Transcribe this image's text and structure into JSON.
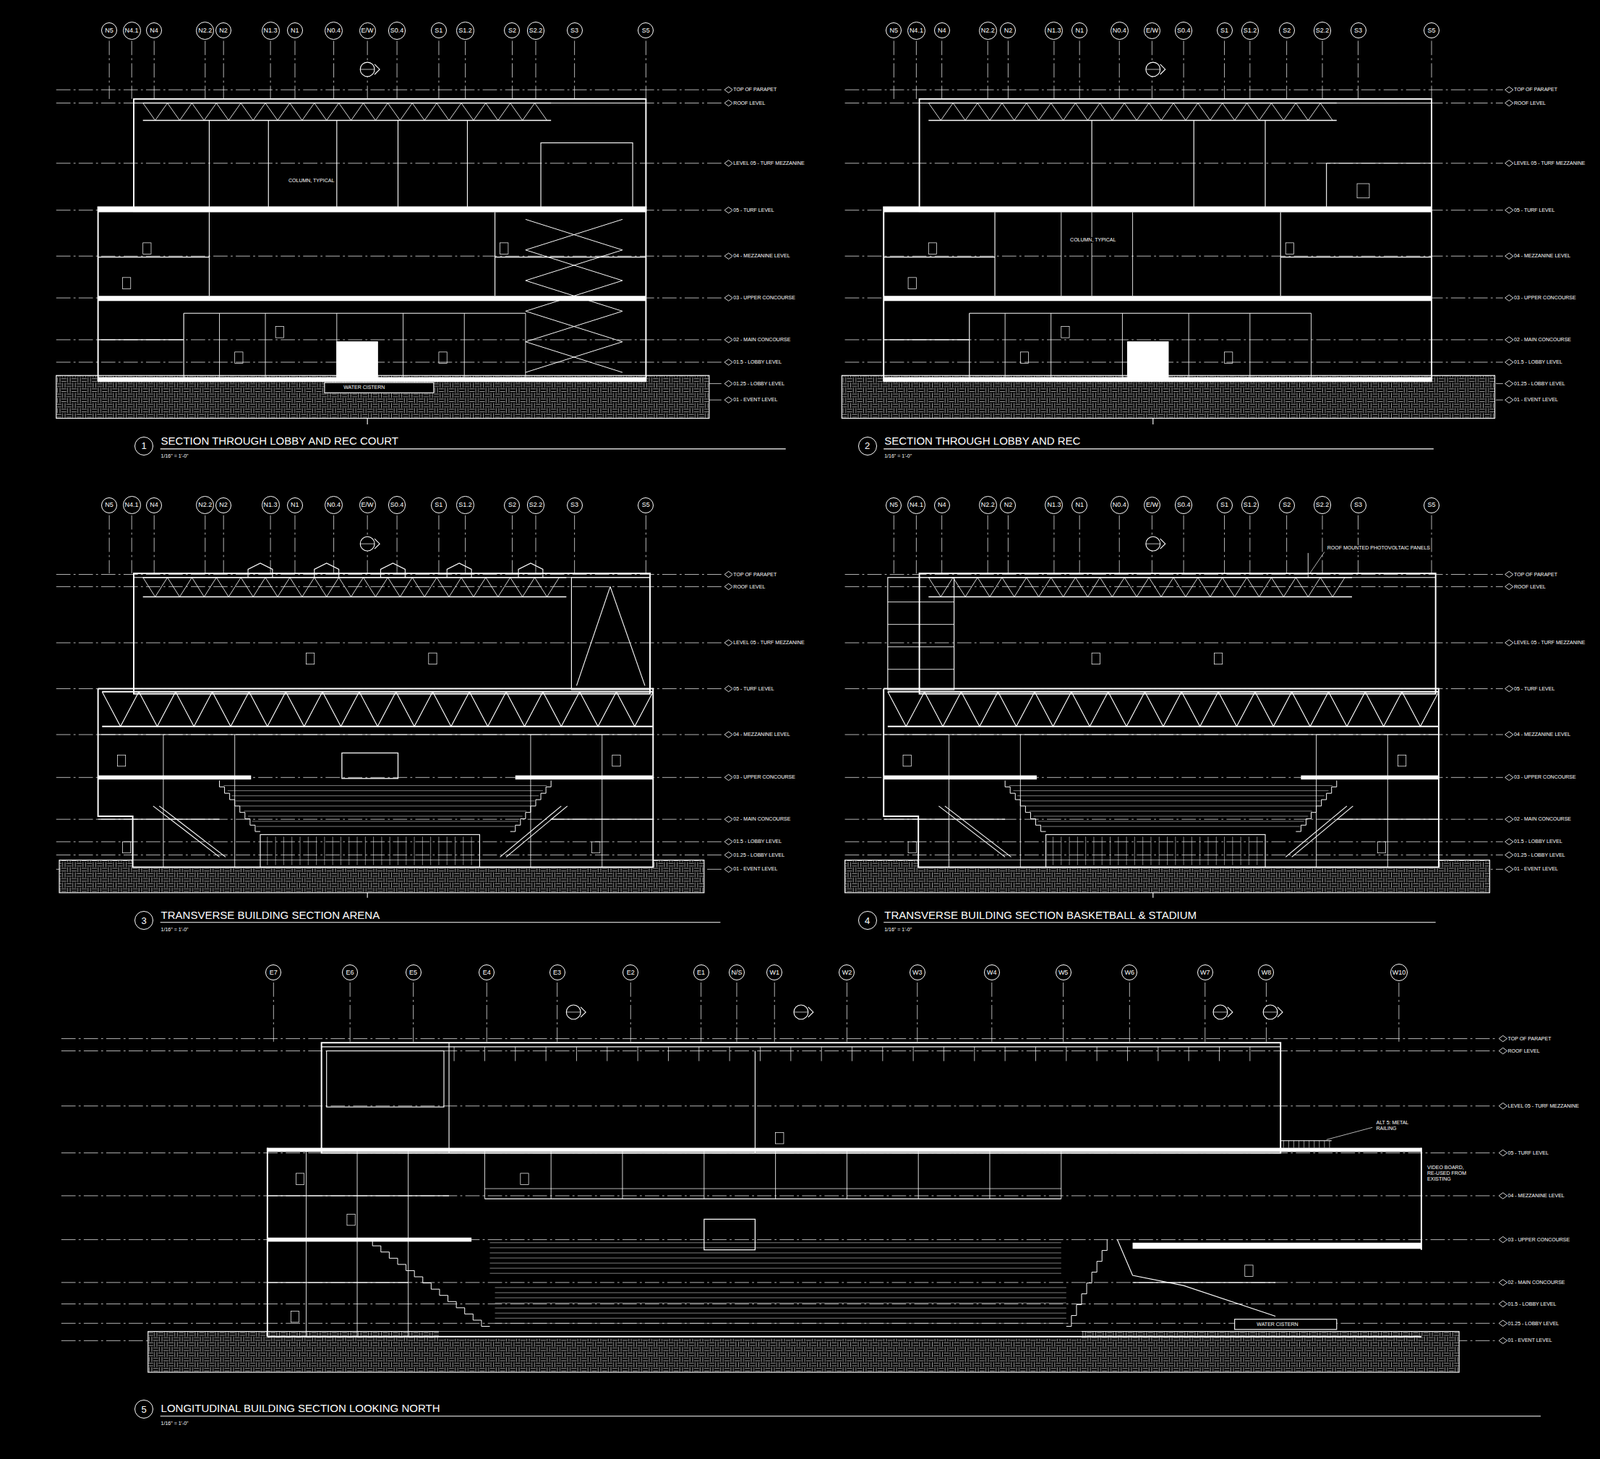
{
  "diagram": {
    "nodes": [
      {
        "text": [
          "N5"
        ]
      },
      {
        "text": [
          "N4.1"
        ]
      },
      {
        "text": [
          "N4"
        ]
      },
      {
        "text": [
          "N2.2"
        ]
      },
      {
        "text": [
          "N2"
        ]
      },
      {
        "text": [
          "N1.3"
        ]
      },
      {
        "text": [
          "N1"
        ]
      },
      {
        "text": [
          "N0.4"
        ]
      },
      {
        "text": [
          "E/W"
        ]
      },
      {
        "text": [
          "S0.4"
        ]
      },
      {
        "text": [
          "S1"
        ]
      },
      {
        "text": [
          "S1.2"
        ]
      },
      {
        "text": [
          "S2"
        ]
      },
      {
        "text": [
          "S2.2"
        ]
      },
      {
        "text": [
          "S3"
        ]
      },
      {
        "text": [
          "S5"
        ]
      },
      {
        "text": [
          "1"
        ]
      },
      {
        "text": [
          "N5"
        ]
      },
      {
        "text": [
          "N4.1"
        ]
      },
      {
        "text": [
          "N4"
        ]
      },
      {
        "text": [
          "N2.2"
        ]
      },
      {
        "text": [
          "N2"
        ]
      },
      {
        "text": [
          "N1.3"
        ]
      },
      {
        "text": [
          "N1"
        ]
      },
      {
        "text": [
          "N0.4"
        ]
      },
      {
        "text": [
          "E/W"
        ]
      },
      {
        "text": [
          "S0.4"
        ]
      },
      {
        "text": [
          "S1"
        ]
      },
      {
        "text": [
          "S1.2"
        ]
      },
      {
        "text": [
          "S2"
        ]
      },
      {
        "text": [
          "S2.2"
        ]
      },
      {
        "text": [
          "S3"
        ]
      },
      {
        "text": [
          "S5"
        ]
      },
      {
        "text": [
          "2"
        ]
      },
      {
        "text": [
          "N5"
        ]
      },
      {
        "text": [
          "N4.1"
        ]
      },
      {
        "text": [
          "N4"
        ]
      },
      {
        "text": [
          "N2.2"
        ]
      },
      {
        "text": [
          "N2"
        ]
      },
      {
        "text": [
          "N1.3"
        ]
      },
      {
        "text": [
          "N1"
        ]
      },
      {
        "text": [
          "N0.4"
        ]
      },
      {
        "text": [
          "E/W"
        ]
      },
      {
        "text": [
          "S0.4"
        ]
      },
      {
        "text": [
          "S1"
        ]
      },
      {
        "text": [
          "S1.2"
        ]
      },
      {
        "text": [
          "S2"
        ]
      },
      {
        "text": [
          "S2.2"
        ]
      },
      {
        "text": [
          "S3"
        ]
      },
      {
        "text": [
          "S5"
        ]
      },
      {
        "text": [
          "3"
        ]
      },
      {
        "text": [
          "N5"
        ]
      },
      {
        "text": [
          "N4.1"
        ]
      },
      {
        "text": [
          "N4"
        ]
      },
      {
        "text": [
          "N2.2"
        ]
      },
      {
        "text": [
          "N2"
        ]
      },
      {
        "text": [
          "N1.3"
        ]
      },
      {
        "text": [
          "N1"
        ]
      },
      {
        "text": [
          "N0.4"
        ]
      },
      {
        "text": [
          "E/W"
        ]
      },
      {
        "text": [
          "S0.4"
        ]
      },
      {
        "text": [
          "S1"
        ]
      },
      {
        "text": [
          "S1.2"
        ]
      },
      {
        "text": [
          "S2"
        ]
      },
      {
        "text": [
          "S2.2"
        ]
      },
      {
        "text": [
          "S3"
        ]
      },
      {
        "text": [
          "S5"
        ]
      },
      {
        "text": [
          "4"
        ]
      },
      {
        "text": [
          "E7"
        ]
      },
      {
        "text": [
          "E6"
        ]
      },
      {
        "text": [
          "E5"
        ]
      },
      {
        "text": [
          "E4"
        ]
      },
      {
        "text": [
          "E3"
        ]
      },
      {
        "text": [
          "E2"
        ]
      },
      {
        "text": [
          "E1"
        ]
      },
      {
        "text": [
          "N/S"
        ]
      },
      {
        "text": [
          "W1"
        ]
      },
      {
        "text": [
          "W2"
        ]
      },
      {
        "text": [
          "W3"
        ]
      },
      {
        "text": [
          "W4"
        ]
      },
      {
        "text": [
          "W5"
        ]
      },
      {
        "text": [
          "W6"
        ]
      },
      {
        "text": [
          "W7"
        ]
      },
      {
        "text": [
          "W8"
        ]
      },
      {
        "text": [
          "W10"
        ]
      },
      {
        "text": [
          "5"
        ]
      }
    ],
    "labels": [
      "SECTION THROUGH LOBBY AND REC COURT",
      "1/16\" = 1'-0\"",
      "SECTION THROUGH LOBBY AND REC",
      "1/16\" = 1'-0\"",
      "TRANSVERSE BUILDING SECTION ARENA",
      "1/16\" = 1'-0\"",
      "TRANSVERSE BUILDING SECTION BASKETBALL & STADIUM",
      "1/16\" = 1'-0\"",
      "LONGITUDINAL BUILDING SECTION LOOKING NORTH",
      "1/16\" = 1'-0\"",
      "TOP OF PARAPET",
      "ROOF LEVEL",
      "LEVEL 05 - TURF MEZZANINE",
      "05 - TURF LEVEL",
      "04 - MEZZANINE LEVEL",
      "03 - UPPER CONCOURSE",
      "02 - MAIN CONCOURSE",
      "01.5 - LOBBY LEVEL",
      "01.25 - LOBBY LEVEL",
      "01 - EVENT LEVEL",
      "TOP OF PARAPET",
      "ROOF LEVEL",
      "LEVEL 05 - TURF MEZZANINE",
      "05 - TURF LEVEL",
      "04 - MEZZANINE LEVEL",
      "03 - UPPER CONCOURSE",
      "02 - MAIN CONCOURSE",
      "01.5 - LOBBY LEVEL",
      "01.25 - LOBBY LEVEL",
      "01 - EVENT LEVEL",
      "TOP OF PARAPET",
      "ROOF LEVEL",
      "LEVEL 05 - TURF MEZZANINE",
      "05 - TURF LEVEL",
      "04 - MEZZANINE LEVEL",
      "03 - UPPER CONCOURSE",
      "02 - MAIN CONCOURSE",
      "01.5 - LOBBY LEVEL",
      "01.25 - LOBBY LEVEL",
      "01 - EVENT LEVEL",
      "TOP OF PARAPET",
      "ROOF LEVEL",
      "LEVEL 05 - TURF MEZZANINE",
      "05 - TURF LEVEL",
      "04 - MEZZANINE LEVEL",
      "03 - UPPER CONCOURSE",
      "02 - MAIN CONCOURSE",
      "01.5 - LOBBY LEVEL",
      "01.25 - LOBBY LEVEL",
      "01 - EVENT LEVEL",
      "TOP OF PARAPET",
      "ROOF LEVEL",
      "LEVEL 05 - TURF MEZZANINE",
      "05 - TURF LEVEL",
      "04 - MEZZANINE LEVEL",
      "03 - UPPER CONCOURSE",
      "02 - MAIN CONCOURSE",
      "01.5 - LOBBY LEVEL",
      "01.25 - LOBBY LEVEL",
      "01 - EVENT LEVEL",
      "COLUMN, TYPICAL",
      "COLUMN, TYPICAL",
      "WATER CISTERN",
      "WATER CISTERN",
      "ROOF MOUNTED PHOTOVOLTAIC PANELS",
      "ALT 5: METAL RAILING",
      "VIDEO BOARD, RE-USED FROM EXISTING"
    ]
  }
}
